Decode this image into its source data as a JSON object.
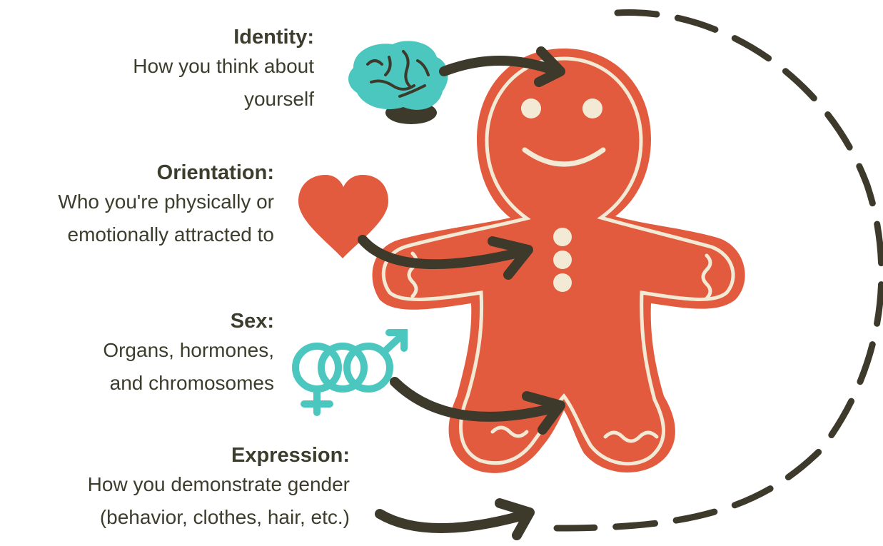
{
  "sections": [
    {
      "title": "Identity:",
      "lines": [
        "How you think about",
        "yourself"
      ],
      "icon": "brain-icon"
    },
    {
      "title": "Orientation:",
      "lines": [
        "Who you're physically or",
        "emotionally attracted to"
      ],
      "icon": "heart-icon"
    },
    {
      "title": "Sex:",
      "lines": [
        "Organs, hormones,",
        "and chromosomes"
      ],
      "icon": "intersex-symbol-icon"
    },
    {
      "title": "Expression:",
      "lines": [
        "How you demonstrate gender",
        "(behavior, clothes, hair, etc.)"
      ],
      "icon": "arrow-icon"
    }
  ],
  "colors": {
    "text": "#3d3d2e",
    "gingerbread": "#e35b3f",
    "icing": "#f3ead6",
    "arrow": "#3d3a2c",
    "brain": "#4cc7bf",
    "heart": "#e35b3f",
    "symbol": "#4cc7bf"
  }
}
